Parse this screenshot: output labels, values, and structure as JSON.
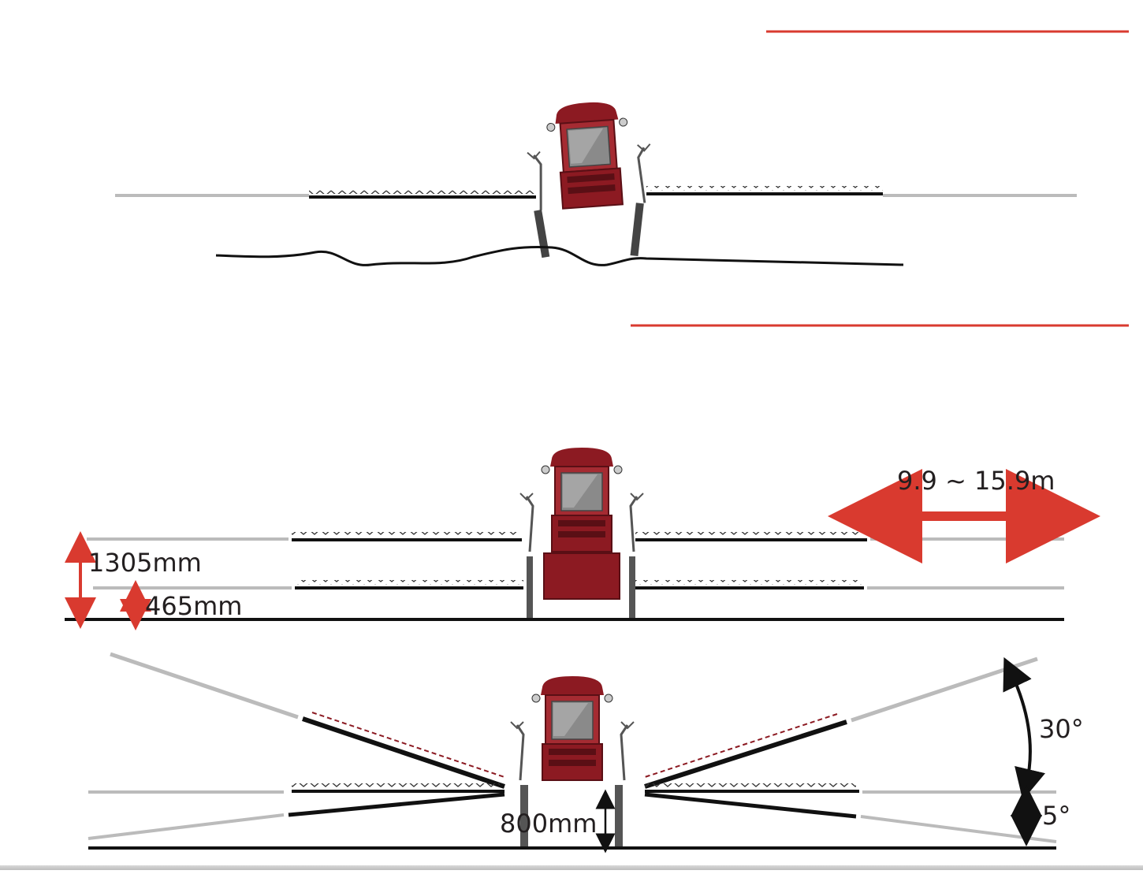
{
  "accent_color": "#d93a2f",
  "machine_color": "#8c1a22",
  "labels": {
    "boom_width": "9.9 ~ 15.9m",
    "height_max": "1305mm",
    "height_min": "465mm",
    "ground_clearance": "800mm",
    "tilt_up": "30°",
    "tilt_down": "5°"
  }
}
